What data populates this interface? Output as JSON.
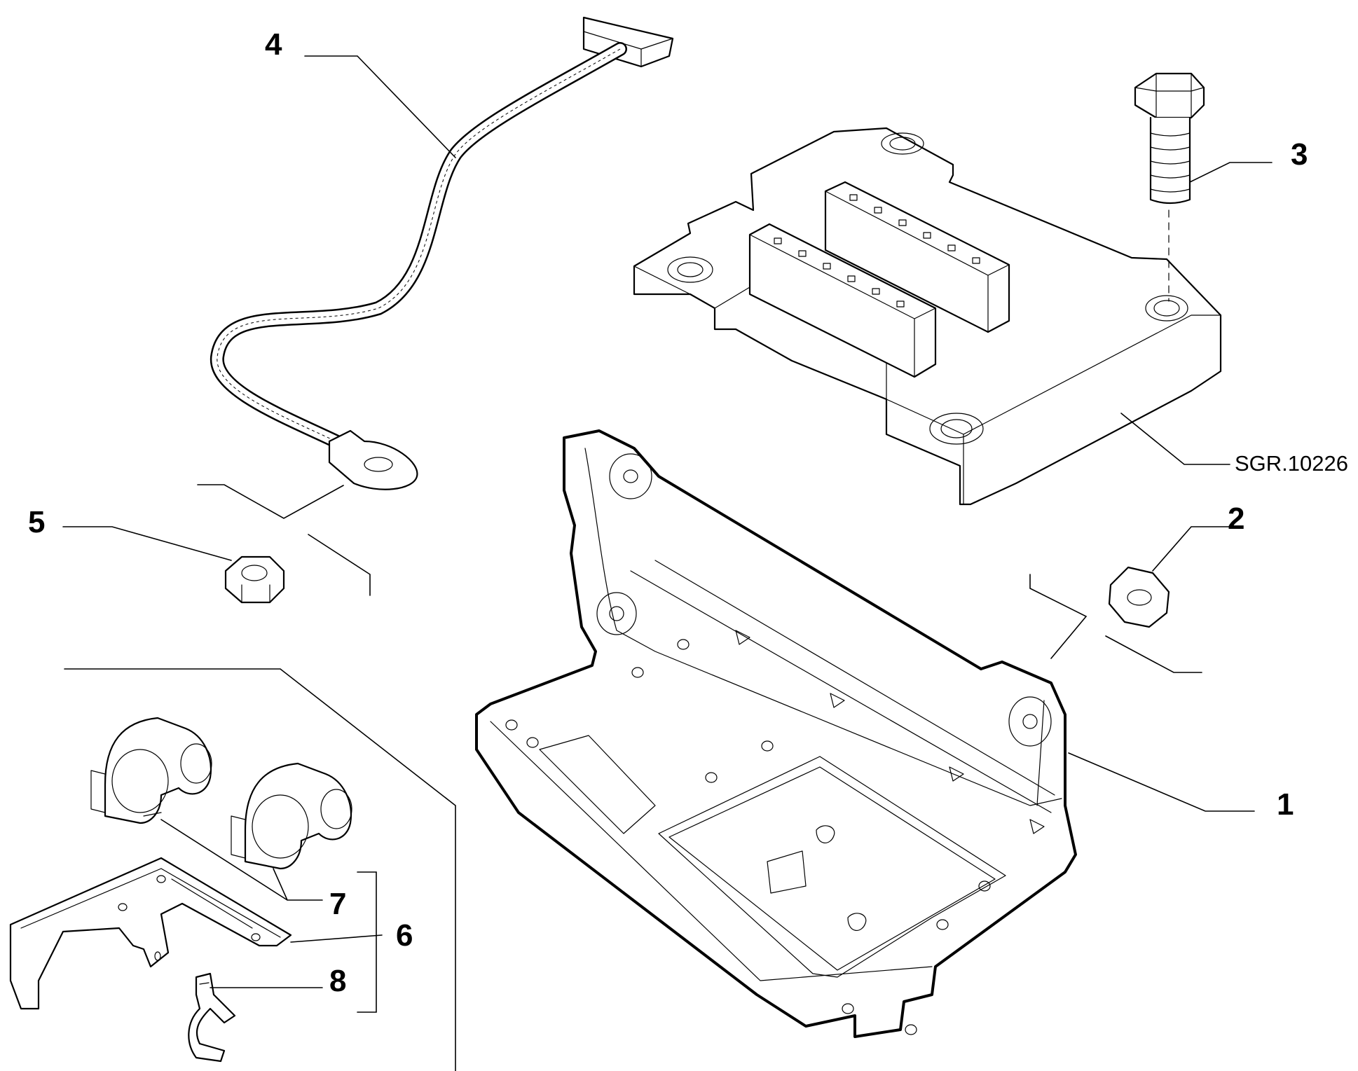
{
  "drawing_code": "SGR.10226",
  "callouts": {
    "c1": "1",
    "c2": "2",
    "c3": "3",
    "c4": "4",
    "c5": "5",
    "c6": "6",
    "c7": "7",
    "c8": "8"
  }
}
